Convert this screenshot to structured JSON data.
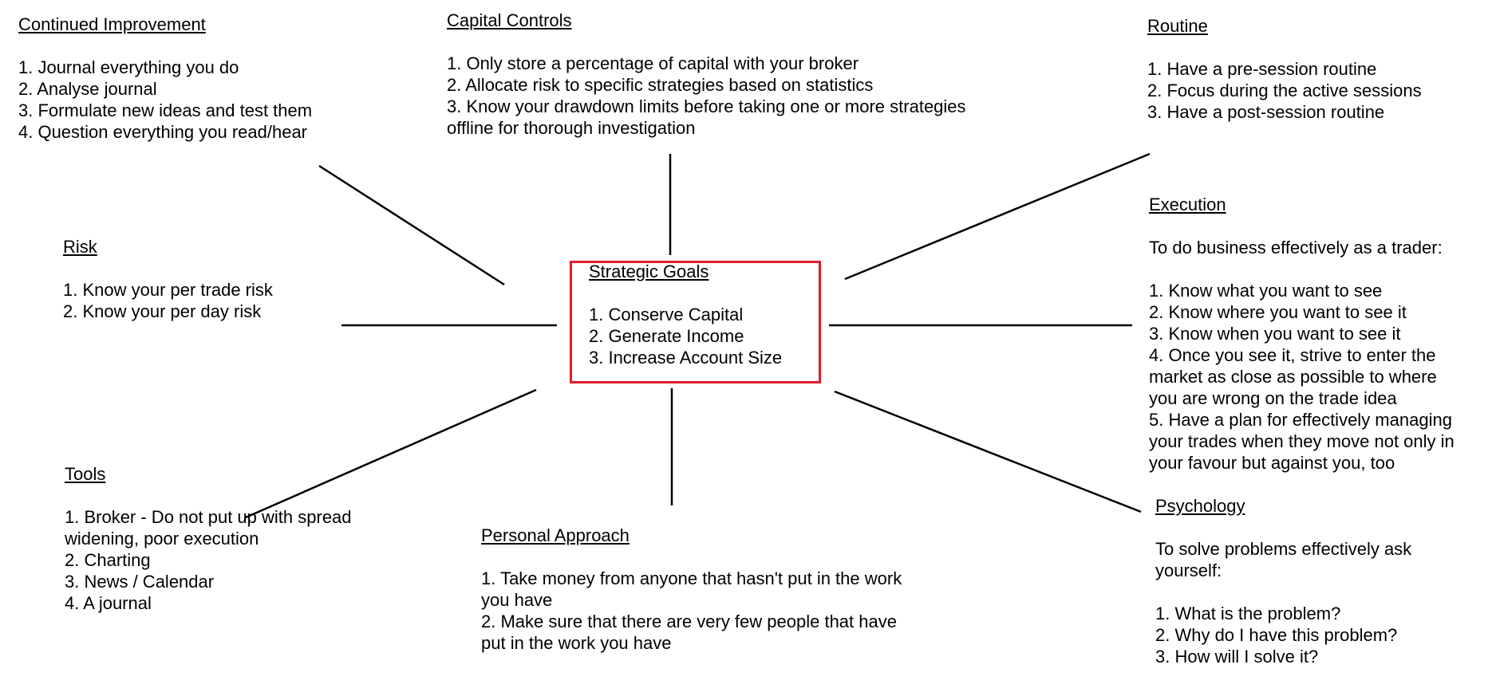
{
  "accent_color": "#e21d2a",
  "center": {
    "title": "Strategic Goals",
    "items": [
      "1. Conserve Capital",
      "2. Generate Income",
      "3. Increase Account Size"
    ]
  },
  "continued_improvement": {
    "title": "Continued Improvement",
    "items": [
      "1. Journal everything you do",
      "2. Analyse journal",
      "3. Formulate new ideas and test them",
      "4. Question everything you read/hear"
    ]
  },
  "capital_controls": {
    "title": "Capital Controls",
    "items": [
      "1. Only store a percentage of capital with your broker",
      "2. Allocate risk to specific strategies based on statistics",
      "3. Know your drawdown limits before taking one or more strategies",
      "offline for thorough investigation"
    ]
  },
  "routine": {
    "title": "Routine",
    "items": [
      "1. Have a pre-session routine",
      "2. Focus during the active sessions",
      "3. Have a post-session routine"
    ]
  },
  "risk": {
    "title": "Risk",
    "items": [
      "1. Know your per trade risk",
      "2. Know your per day risk"
    ]
  },
  "execution": {
    "title": "Execution",
    "intro": "To do business effectively as a trader:",
    "items": [
      "1. Know what you want to see",
      "2. Know where you want to see it",
      "3. Know when you want to see it",
      "4. Once you see it, strive to enter the",
      "market as close as possible to where",
      "you are wrong on the trade idea",
      "5. Have a plan for effectively managing",
      "your trades when they move not only in",
      "your favour but against you, too"
    ]
  },
  "tools": {
    "title": "Tools",
    "items": [
      "1. Broker - Do not put up with spread",
      "widening, poor execution",
      "2. Charting",
      "3. News / Calendar",
      "4. A journal"
    ]
  },
  "personal_approach": {
    "title": "Personal Approach",
    "items": [
      "1. Take money from anyone that hasn't put in the work",
      "you have",
      "2. Make sure that there are very few people that have",
      "put in the work you have"
    ]
  },
  "psychology": {
    "title": "Psychology",
    "intro": [
      "To solve problems effectively ask",
      "yourself:"
    ],
    "items": [
      "1. What is the problem?",
      "2. Why do I have this problem?",
      "3. How will I solve it?"
    ]
  }
}
